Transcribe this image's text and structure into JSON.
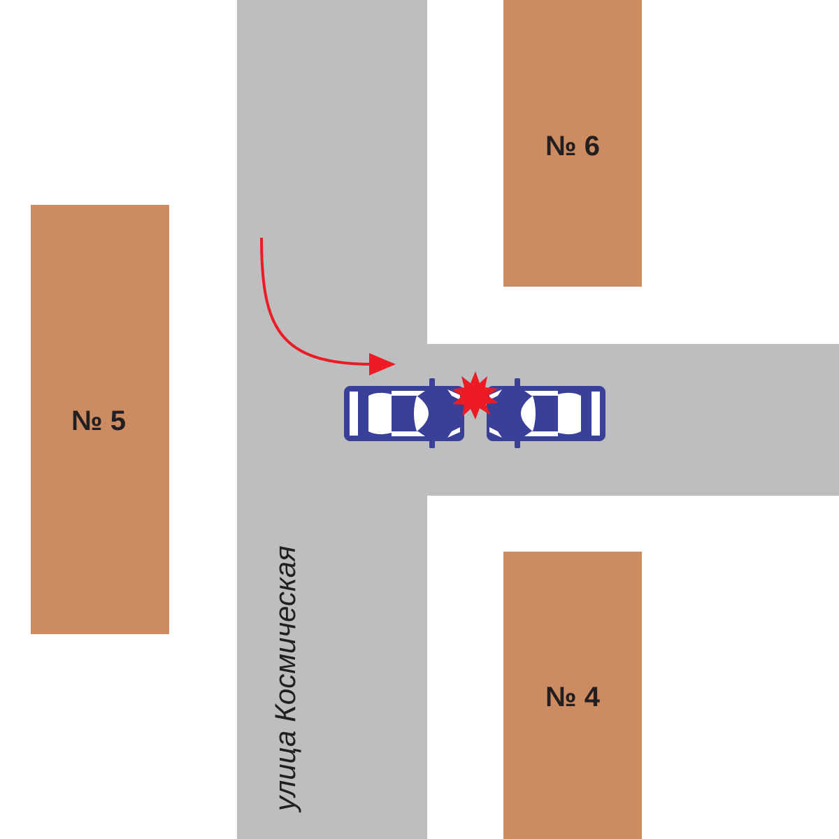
{
  "colors": {
    "background": "#ffffff",
    "road": "#bcbec0",
    "building": "#cd8b61",
    "label_text": "#231f20",
    "arrow": "#ed1c24",
    "car_body": "#3a3f97",
    "car_glass": "#ffffff",
    "impact": "#ed1c24"
  },
  "buildings": {
    "b6": {
      "label": "№ 6"
    },
    "b5": {
      "label": "№ 5"
    },
    "b4": {
      "label": "№ 4"
    }
  },
  "street": {
    "name": "улица Космическая"
  },
  "icons": {
    "turn_arrow": "turn-right-arrow-icon",
    "impact": "collision-star-icon",
    "car": "car-top-view-icon"
  }
}
